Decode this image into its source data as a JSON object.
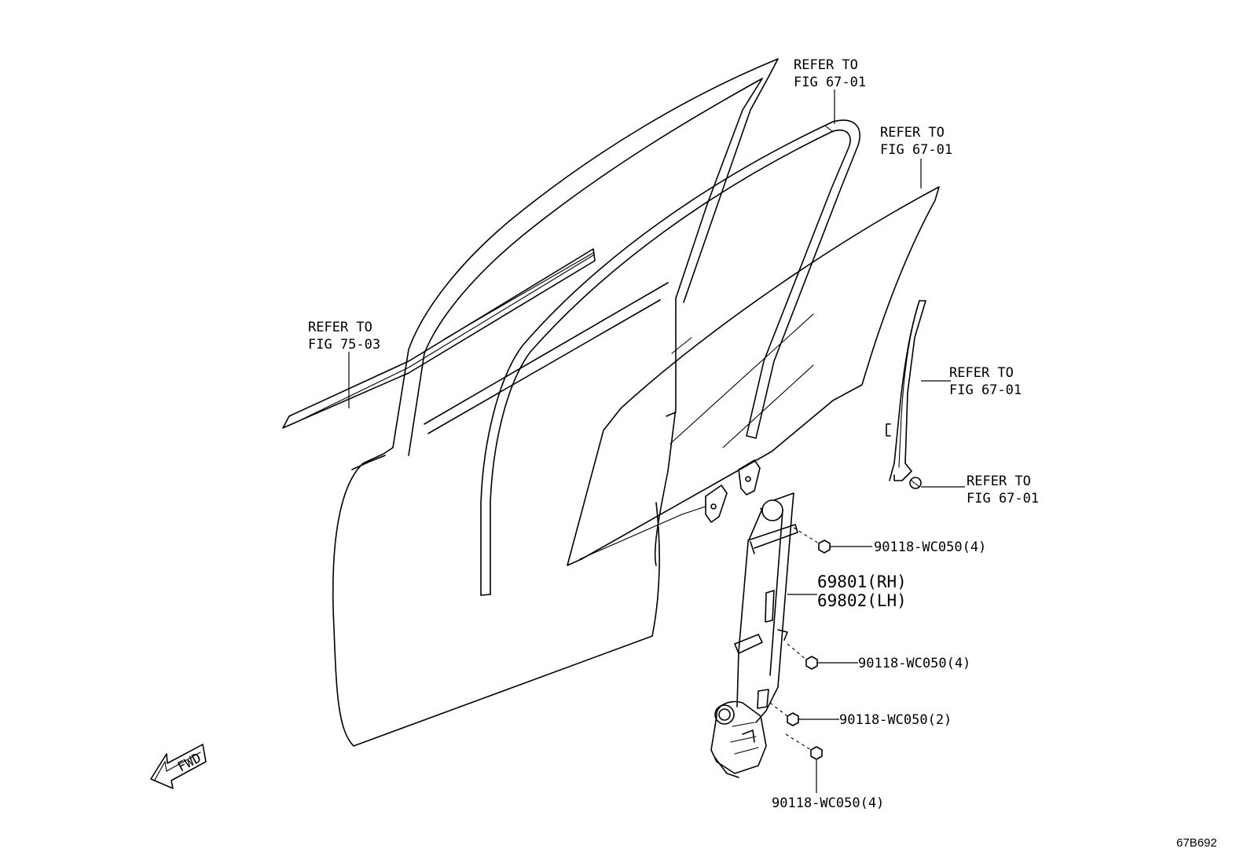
{
  "labels": {
    "refer_top": [
      "REFER TO",
      "FIG 67-01"
    ],
    "refer_upper_right": [
      "REFER TO",
      "FIG 67-01"
    ],
    "refer_left": [
      "REFER TO",
      "FIG 75-03"
    ],
    "refer_right_channel": [
      "REFER TO",
      "FIG 67-01"
    ],
    "refer_right_bolt": [
      "REFER TO",
      "FIG 67-01"
    ],
    "bolt_top": "90118-WC050(4)",
    "regulator_rh": "69801(RH)",
    "regulator_lh": "69802(LH)",
    "bolt_middle": "90118-WC050(4)",
    "bolt_lower": "90118-WC050(2)",
    "bolt_bottom": "90118-WC050(4)",
    "fwd_arrow": "FWD"
  },
  "figure_code": "67B692"
}
